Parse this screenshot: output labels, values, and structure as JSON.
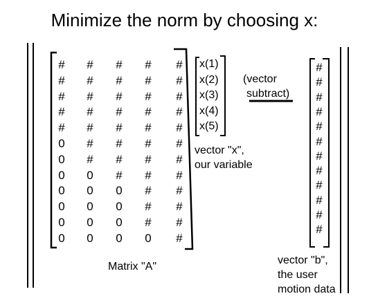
{
  "title": "Minimize the norm by choosing x:",
  "matrix_a": {
    "rows": [
      [
        "#",
        "#",
        "#",
        "#",
        "#"
      ],
      [
        "#",
        "#",
        "#",
        "#",
        "#"
      ],
      [
        "#",
        "#",
        "#",
        "#",
        "#"
      ],
      [
        "#",
        "#",
        "#",
        "#",
        "#"
      ],
      [
        "#",
        "#",
        "#",
        "#",
        "#"
      ],
      [
        "0",
        "#",
        "#",
        "#",
        "#"
      ],
      [
        "0",
        "#",
        "#",
        "#",
        "#"
      ],
      [
        "0",
        "0",
        "#",
        "#",
        "#"
      ],
      [
        "0",
        "0",
        "0",
        "#",
        "#"
      ],
      [
        "0",
        "0",
        "0",
        "#",
        "#"
      ],
      [
        "0",
        "0",
        "0",
        "#",
        "#"
      ],
      [
        "0",
        "0",
        "0",
        "0",
        "#"
      ]
    ],
    "label": "Matrix \"A\""
  },
  "vector_x": {
    "entries": [
      "x(1)",
      "x(2)",
      "x(3)",
      "x(4)",
      "x(5)"
    ],
    "label_line1": "vector \"x\",",
    "label_line2": "our variable"
  },
  "operation": {
    "line1": "(vector",
    "line2": "subtract)"
  },
  "vector_b": {
    "entries": [
      "#",
      "#",
      "#",
      "#",
      "#",
      "#",
      "#",
      "#",
      "#",
      "#",
      "#",
      "#"
    ],
    "label_line1": "vector \"b\",",
    "label_line2": "the user",
    "label_line3": "motion data"
  }
}
